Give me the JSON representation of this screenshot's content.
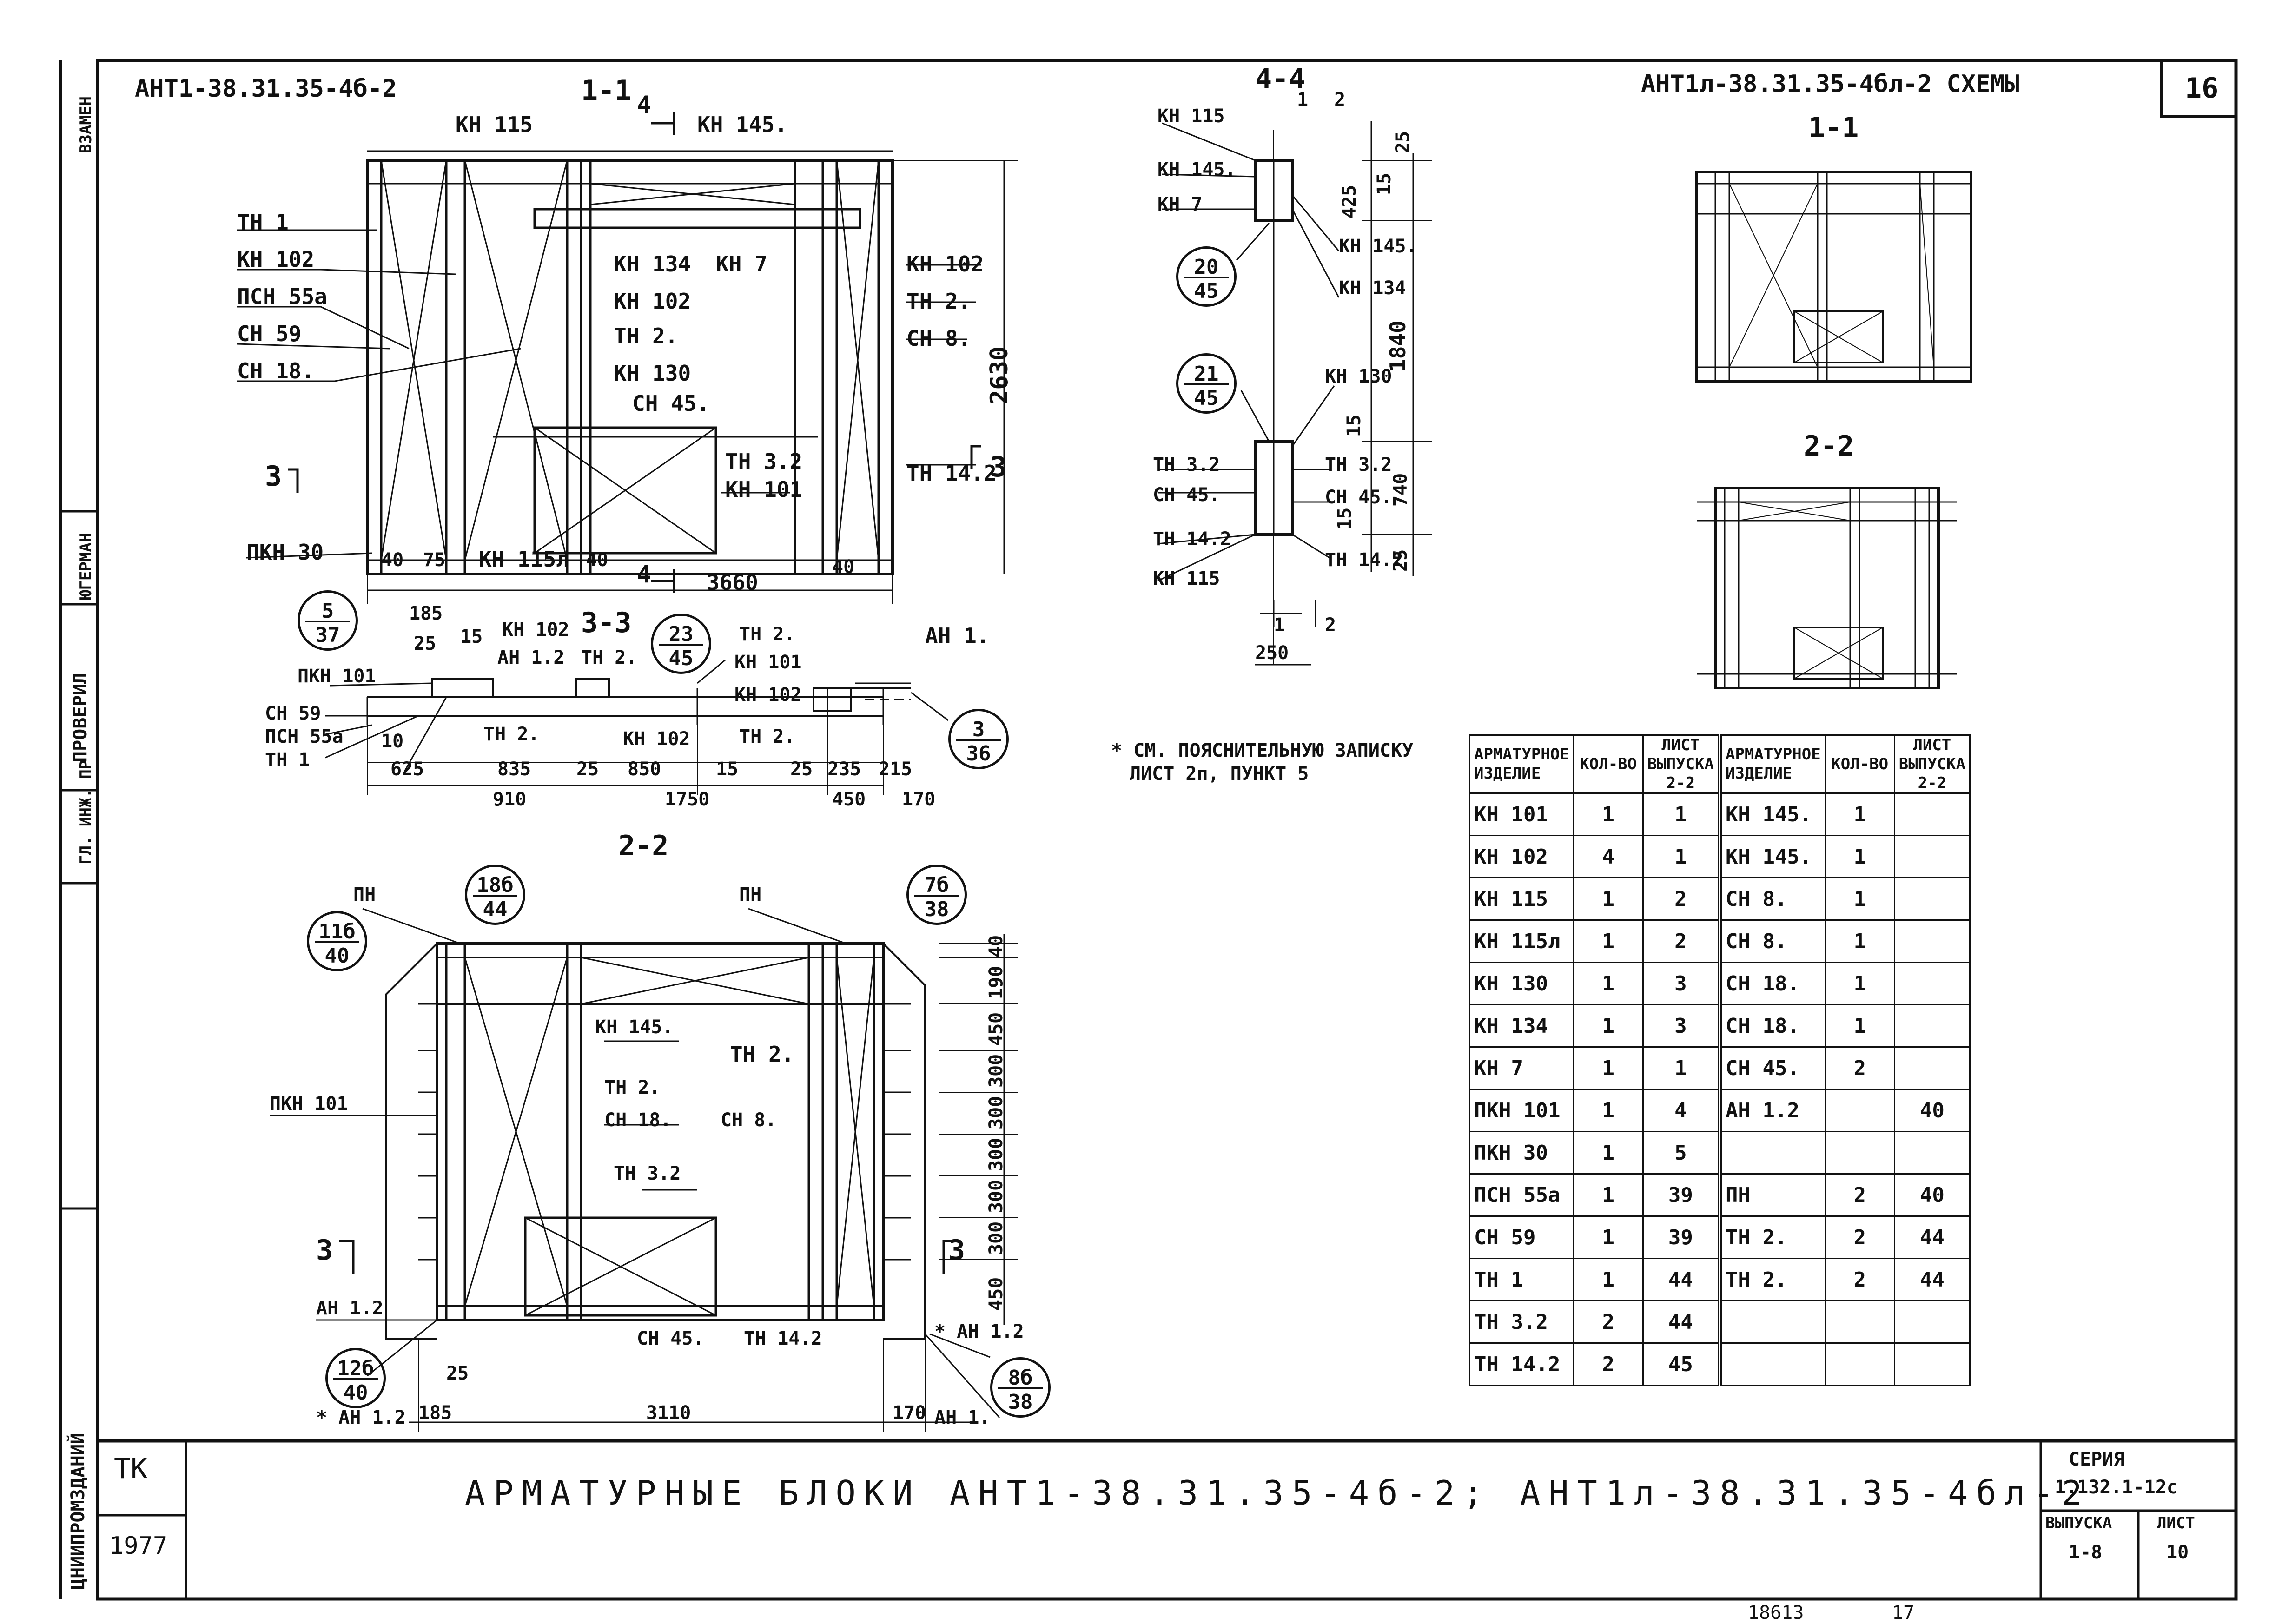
{
  "header": {
    "left_code": "АНТ1-38.31.35-4б-2",
    "right_code": "АНТ1л-38.31.35-4бл-2 СХЕМЫ",
    "sheet_no": "16"
  },
  "sections": {
    "s11": "1-1",
    "s44": "4-4",
    "s33": "3-3",
    "s22": "2-2",
    "r11": "1-1",
    "r22": "2-2",
    "cut3": "3",
    "cut4": "4"
  },
  "labels_11": {
    "kn115": "КН 115",
    "kn145": "КН 145.",
    "th1": "ТН 1",
    "kn102l": "КН 102",
    "pcn55a": "ПСН 55а",
    "cn59": "СН 59",
    "cn18": "СН 18.",
    "kn134": "КН 134",
    "kn7": "КН 7",
    "kn102m": "КН 102",
    "th2m": "ТН 2.",
    "kn130": "КН 130",
    "cn45": "СН 45.",
    "th32": "ТН 3.2",
    "kn101": "КН 101",
    "kn102r": "КН 102",
    "th2r": "ТН 2.",
    "cn8": "СН 8.",
    "th142": "ТН 14.2",
    "pkn30": "ПКН 30",
    "kn115l": "КН 115л",
    "d2630": "2630",
    "d3660": "3660",
    "d40a": "40",
    "d75": "75",
    "d40b": "40",
    "d40c": "40"
  },
  "labels_44": {
    "kn115t": "КН 115",
    "kn145l": "КН 145.",
    "kn7": "КН 7",
    "kn145r": "КН 145.",
    "kn134": "КН 134",
    "kn130": "КН 130",
    "th32l": "ТН 3.2",
    "cn45l": "СН 45.",
    "th142l": "ТН 14.2",
    "kn115b": "КН 115",
    "th32r": "ТН 3.2",
    "cn45r": "СН 45.",
    "th142r": "ТН 14.2",
    "d25a": "25",
    "d425": "425",
    "d15a": "15",
    "d1840": "1840",
    "d15b": "15",
    "d740": "740",
    "d15c": "15",
    "d25b": "25",
    "d250": "250",
    "d1": "1",
    "d2": "2",
    "d1b": "1",
    "d2b": "2"
  },
  "labels_33": {
    "pkn101": "ПКН 101",
    "cn59": "СН 59",
    "pcn55a": "ПСН 55а",
    "th1": "ТН 1",
    "kn102a": "КН 102",
    "an12": "АН 1.2",
    "th2a": "ТН 2.",
    "th2b": "ТН 2.",
    "kn102b": "КН 102",
    "th2c": "ТН 2.",
    "kn101": "КН 101",
    "kn102c": "КН 102",
    "th2d": "ТН 2.",
    "an1": "АН 1.",
    "d185": "185",
    "d25": "25",
    "d15": "15",
    "d10": "10",
    "d625": "625",
    "d835": "835",
    "d25b": "25",
    "d850": "850",
    "d15b": "15",
    "d25c": "25",
    "d235": "235",
    "d215": "215",
    "d910": "910",
    "d1750": "1750",
    "d450": "450",
    "d170": "170"
  },
  "labels_22": {
    "pn1": "ПН",
    "pn2": "ПН",
    "kn145": "КН 145.",
    "th2a": "ТН 2.",
    "pkn101": "ПКН 101",
    "th2b": "ТН 2.",
    "cn18": "СН 18.",
    "cn8": "СН 8.",
    "th32": "ТН 3.2",
    "an12l": "АН 1.2",
    "cn45": "СН 45.",
    "th142": "ТН 14.2",
    "an12r": "* АН 1.2",
    "an12b": "* АН 1.2",
    "an1": "АН 1.",
    "d40": "40",
    "d190": "190",
    "d450a": "450",
    "d300a": "300",
    "d300b": "300",
    "d300c": "300",
    "d300d": "300",
    "d300e": "300",
    "d450b": "450",
    "d25": "25",
    "d185": "185",
    "d3110": "3110",
    "d170": "170"
  },
  "circles": [
    {
      "top": "20",
      "bottom": "45"
    },
    {
      "top": "21",
      "bottom": "45"
    },
    {
      "top": "5",
      "bottom": "37"
    },
    {
      "top": "23",
      "bottom": "45"
    },
    {
      "top": "3",
      "bottom": "36"
    },
    {
      "top": "18б",
      "bottom": "44"
    },
    {
      "top": "7б",
      "bottom": "38"
    },
    {
      "top": "11б",
      "bottom": "40"
    },
    {
      "top": "12б",
      "bottom": "40"
    },
    {
      "top": "8б",
      "bottom": "38"
    }
  ],
  "note": {
    "line1": "* СМ. ПОЯСНИТЕЛЬНУЮ ЗАПИСКУ",
    "line2": "ЛИСТ 2п, ПУНКТ 5"
  },
  "table": {
    "headers": {
      "item": "АРМАТУРНОЕ ИЗДЕЛИЕ",
      "qty": "КОЛ-ВО",
      "sheet": "ЛИСТ ВЫПУСКА 2-2"
    },
    "rows": [
      [
        "КН 101",
        "1",
        "1",
        "КН 145.",
        "1",
        ""
      ],
      [
        "КН 102",
        "4",
        "1",
        "КН 145.",
        "1",
        ""
      ],
      [
        "КН 115",
        "1",
        "2",
        "СН 8.",
        "1",
        ""
      ],
      [
        "КН 115л",
        "1",
        "2",
        "СН 8.",
        "1",
        ""
      ],
      [
        "КН 130",
        "1",
        "3",
        "СН 18.",
        "1",
        ""
      ],
      [
        "КН 134",
        "1",
        "3",
        "СН 18.",
        "1",
        ""
      ],
      [
        "КН 7",
        "1",
        "1",
        "СН 45.",
        "2",
        ""
      ],
      [
        "ПКН 101",
        "1",
        "4",
        "АН 1.2",
        "",
        "40"
      ],
      [
        "ПКН 30",
        "1",
        "5",
        "",
        "",
        ""
      ],
      [
        "ПСН 55а",
        "1",
        "39",
        "ПН",
        "2",
        "40"
      ],
      [
        "СН 59",
        "1",
        "39",
        "ТН 2.",
        "2",
        "44"
      ],
      [
        "ТН 1",
        "1",
        "44",
        "ТН 2.",
        "2",
        "44"
      ],
      [
        "ТН 3.2",
        "2",
        "44",
        "",
        "",
        ""
      ],
      [
        "ТН 14.2",
        "2",
        "45",
        "",
        "",
        ""
      ]
    ]
  },
  "stamp": {
    "org": "ТК",
    "year": "1977",
    "title": "АРМАТУРНЫЕ БЛОКИ АНТ1-38.31.35-4б-2; АНТ1л-38.31.35-4бл-2",
    "series_label": "СЕРИЯ",
    "series_value": "1.132.1-12с",
    "issue_label": "ВЫПУСКА",
    "issue_value": "1-8",
    "sheet_label": "ЛИСТ",
    "sheet_value": "10",
    "bottom_code": "18613",
    "bottom_num": "17"
  },
  "side_strip": {
    "t1": "ЦНИИПРОМЗДАНИЙ",
    "t2": "ПРОВЕРИЛ",
    "t3": "ГЛ. ИНЖ. ПР",
    "t4": "ЮГЕРМАН",
    "t5": "ВЗАМЕН"
  }
}
